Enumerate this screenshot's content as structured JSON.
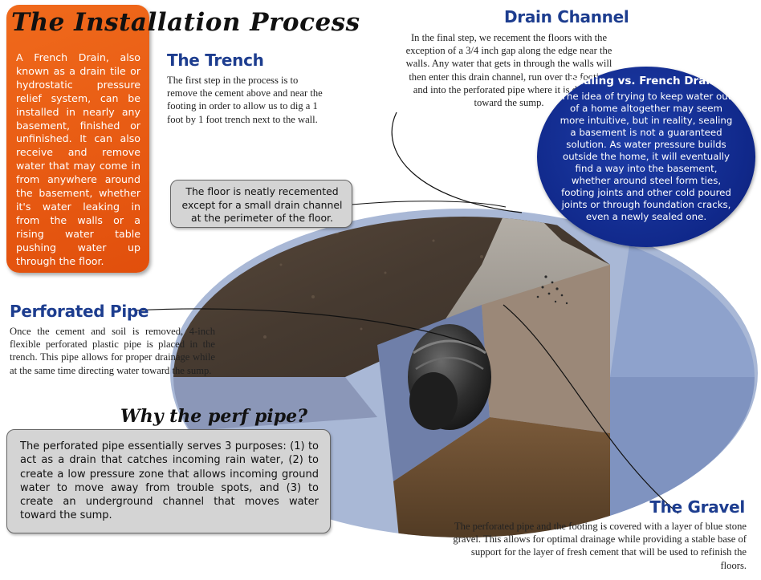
{
  "title": "The Installation Process",
  "intro": {
    "text": "A French Drain, also known as a drain tile or hydrostatic pressure relief system, can be installed in nearly any basement, finished or unfinished. It can also receive and remove water that may come in from anywhere around the basement, whether it's water leaking in from the walls or a rising water table pushing water up through the floor."
  },
  "trench": {
    "heading": "The Trench",
    "text": "The first step in the process is to remove the cement above and near the footing in order to allow us to dig a 1 foot by 1 foot trench next to the wall."
  },
  "drain_channel": {
    "heading": "Drain Channel",
    "text": "In the final step, we recement the floors with the exception of a 3/4 inch gap along the edge near the walls. Any water that gets in through the walls will then enter this drain channel, run over the footing and into the perforated pipe where it is directed toward the sump."
  },
  "sealing": {
    "heading": "Sealing vs. French Drains",
    "text": "The idea of trying to keep water out of a home altogether may seem more intuitive, but in reality, sealing a basement is not a guaranteed solution. As water pressure builds outside the home, it will eventually find a way into the basement, whether around steel form ties, footing joints and other cold poured joints or through foundation cracks, even a newly sealed one."
  },
  "floor_callout": {
    "text": "The floor is neatly recemented except for a small drain channel at the perimeter of the floor."
  },
  "perforated_pipe": {
    "heading": "Perforated Pipe",
    "text": "Once the cement and soil is removed, 4-inch flexible perforated plastic pipe is placed in the trench. This pipe allows for proper drainage while at the same time directing water toward the sump."
  },
  "why": {
    "heading": "Why the perf pipe?",
    "text": "The perforated pipe essentially serves 3 purposes: (1) to act as a drain that catches incoming rain water, (2) to create a low pressure zone that allows incoming ground water to move away from trouble spots, and (3) to create an underground channel that moves water toward the sump."
  },
  "gravel": {
    "heading": "The Gravel",
    "text": "The perforated pipe and the footing is covered with a layer of blue stone gravel. This allows for optimal drainage while providing a stable base of support for the layer of fresh cement that will be used to refinish the floors."
  },
  "colors": {
    "heading_blue": "#1d3d8f",
    "intro_orange": "#e85a14",
    "circle_blue": "#12298c",
    "wall_blue": "#8fa4cc",
    "callout_gray": "#d4d4d4"
  }
}
